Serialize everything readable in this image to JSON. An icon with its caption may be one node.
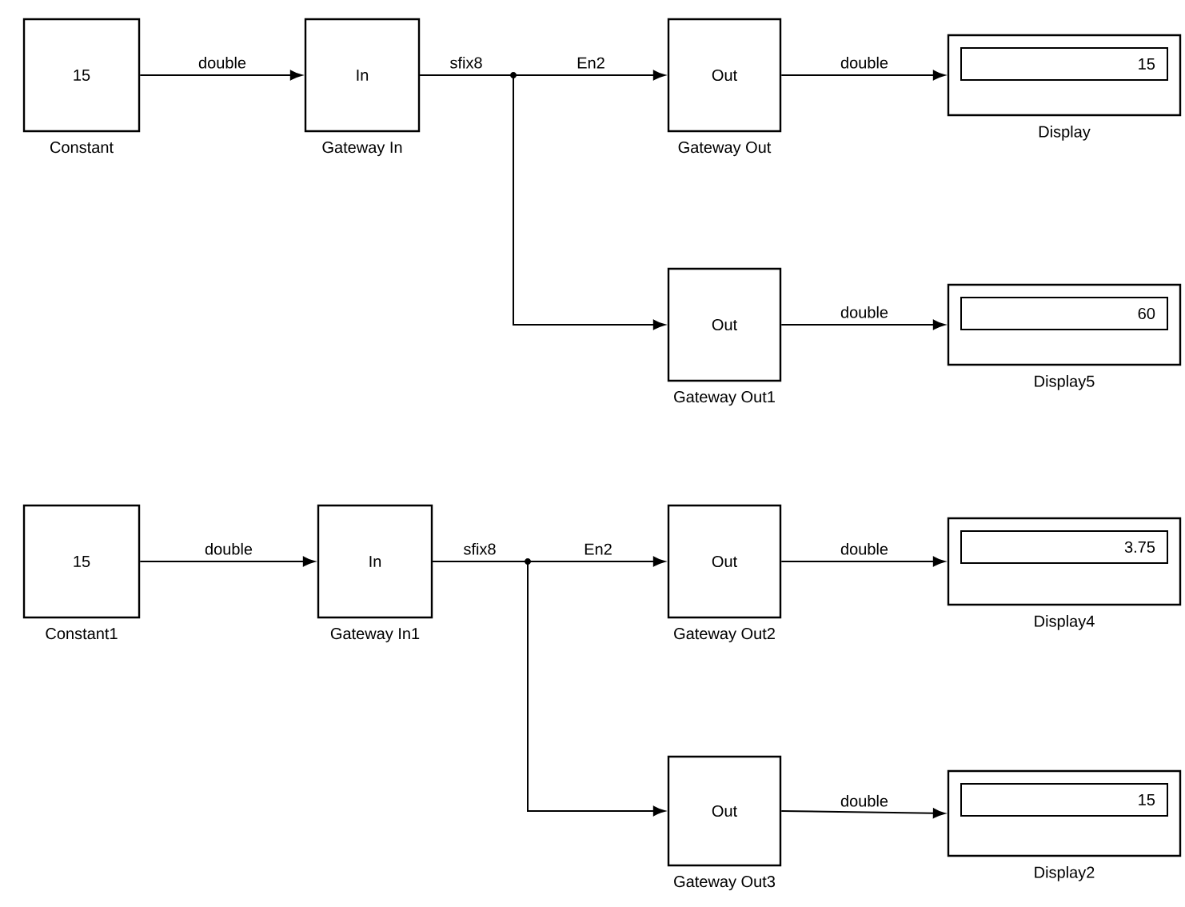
{
  "diagram": {
    "nodes": [
      {
        "text": [
          "15",
          "Constant"
        ]
      },
      {
        "text": [
          "In",
          "Gateway In"
        ]
      },
      {
        "text": [
          "Out",
          "Gateway Out"
        ]
      },
      {
        "text": [
          "15",
          "Display"
        ]
      },
      {
        "text": [
          "Out",
          "Gateway Out1"
        ]
      },
      {
        "text": [
          "60",
          "Display5"
        ]
      },
      {
        "text": [
          "15",
          "Constant1"
        ]
      },
      {
        "text": [
          "In",
          "Gateway In1"
        ]
      },
      {
        "text": [
          "Out",
          "Gateway Out2"
        ]
      },
      {
        "text": [
          "3.75",
          "Display4"
        ]
      },
      {
        "text": [
          "Out",
          "Gateway Out3"
        ]
      },
      {
        "text": [
          "15",
          "Display2"
        ]
      }
    ],
    "edges": [
      {
        "from": 0,
        "to": 1,
        "arrow": "to",
        "label": "double"
      },
      {
        "from": 1,
        "to": 2,
        "arrow": "to",
        "label": "En2"
      },
      {
        "from": 1,
        "to": 4,
        "arrow": "to"
      },
      {
        "from": 2,
        "to": 3,
        "arrow": "to",
        "label": "double"
      },
      {
        "from": 4,
        "to": 5,
        "arrow": "to",
        "label": "double"
      },
      {
        "from": 6,
        "to": 7,
        "arrow": "to",
        "label": "double"
      },
      {
        "from": 7,
        "to": 8,
        "arrow": "to",
        "label": "En2"
      },
      {
        "from": 7,
        "to": 10,
        "arrow": "to"
      },
      {
        "from": 8,
        "to": 9,
        "arrow": "to",
        "label": "double"
      },
      {
        "from": 10,
        "to": 11,
        "arrow": "to",
        "label": "double"
      }
    ],
    "labels": [
      "sfix8",
      "sfix8"
    ]
  }
}
